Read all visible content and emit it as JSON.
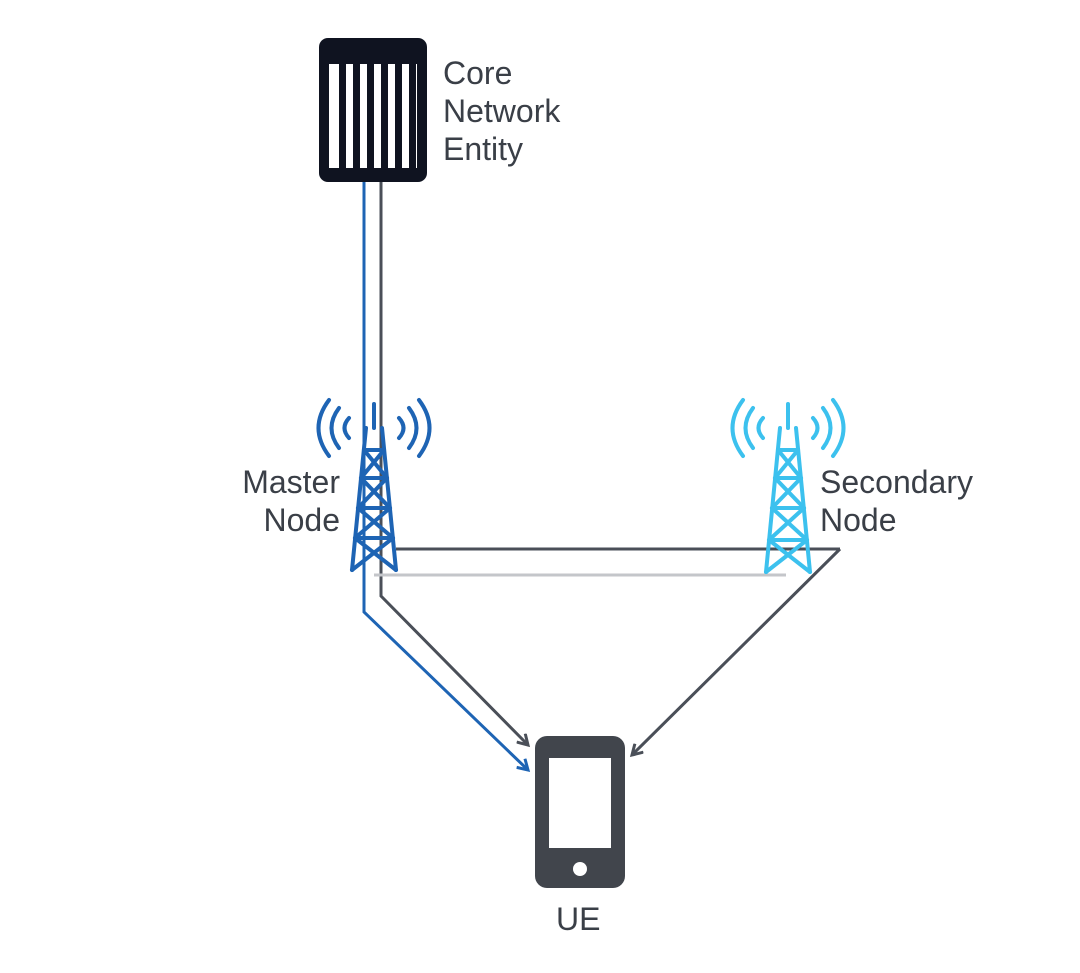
{
  "core_network": {
    "label_lines": [
      "Core",
      "Network",
      "Entity"
    ]
  },
  "master_node": {
    "label_lines": [
      "Master",
      "Node"
    ]
  },
  "secondary_node": {
    "label_lines": [
      "Secondary",
      "Node"
    ]
  },
  "ue": {
    "label": "UE"
  },
  "colors": {
    "master_blue": "#1e64b4",
    "secondary_cyan": "#3cc1ee",
    "dark_link": "#4a4f58",
    "light_link": "#c4c6ca",
    "server_black": "#0f1320",
    "phone_gray": "#41454c",
    "text": "#3a3f47"
  },
  "icons": {
    "core": "server-rack-icon",
    "master": "cell-tower-icon",
    "secondary": "cell-tower-icon",
    "ue": "smartphone-icon"
  }
}
